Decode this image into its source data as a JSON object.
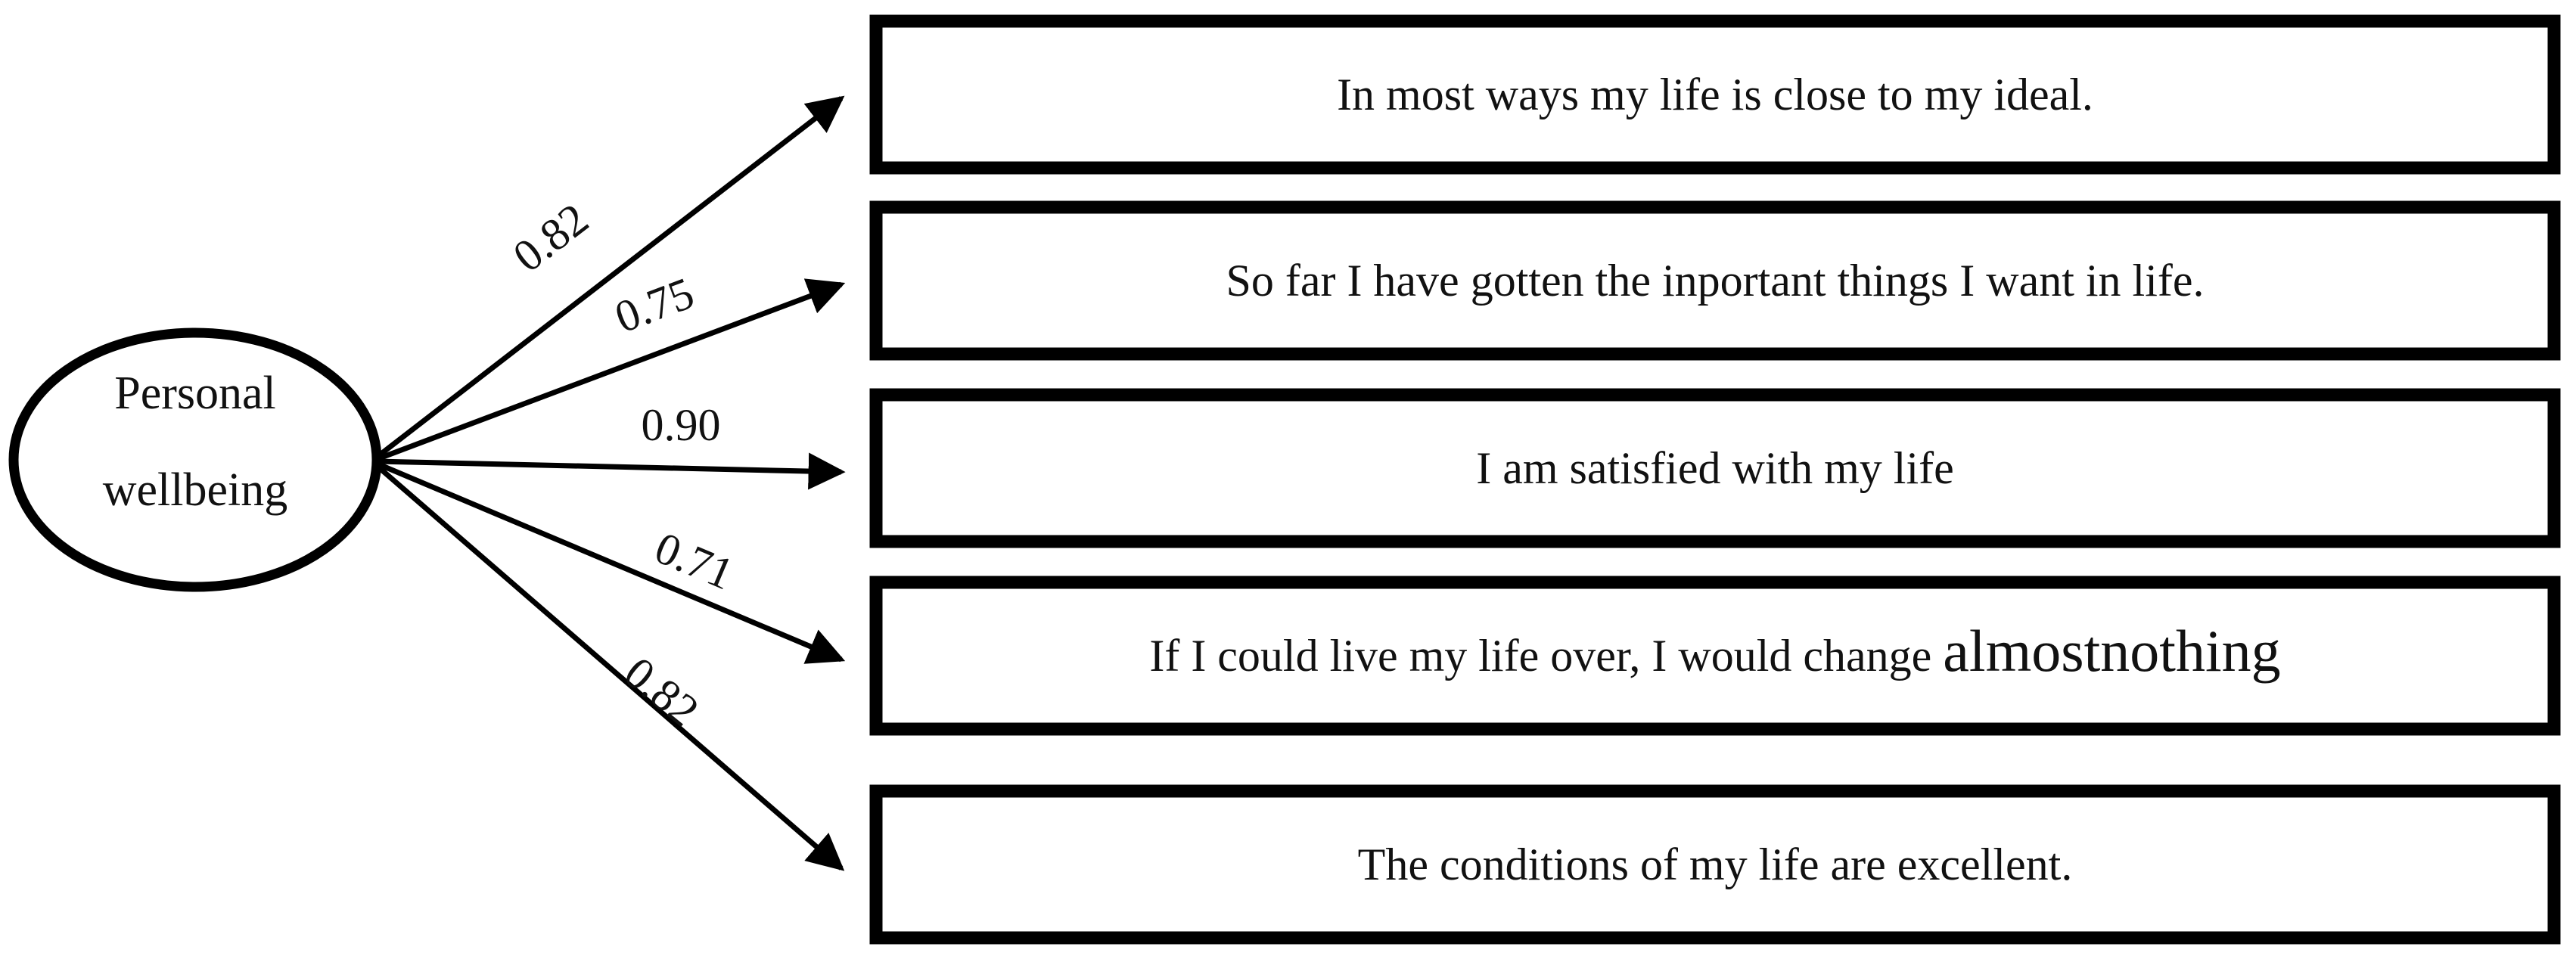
{
  "diagram": {
    "type": "measurement-model-path-diagram",
    "latent_construct": {
      "name": "Personal wellbeing",
      "line1": "Personal",
      "line2": "wellbeing",
      "shape": "ellipse"
    },
    "indicators": [
      {
        "id": "swls-1",
        "text": "In most ways my life is close to my ideal.",
        "loading": "0.82",
        "loading_value": 0.82
      },
      {
        "id": "swls-2",
        "text": "So far I have gotten the inportant things I want in life.",
        "loading": "0.75",
        "loading_value": 0.75
      },
      {
        "id": "swls-3",
        "text": "I am satisfied with my life",
        "loading": "0.90",
        "loading_value": 0.9
      },
      {
        "id": "swls-4",
        "text_part_1": "If I could live my life over, I would change ",
        "text_emphasis": "almostnothing",
        "text": "If I could live my life over, I would change almostnothing",
        "loading": "0.71",
        "loading_value": 0.71
      },
      {
        "id": "swls-5",
        "text": "The conditions of my life are excellent.",
        "loading": "0.82",
        "loading_value": 0.82
      }
    ],
    "colors": {
      "stroke": "#000000",
      "text": "#111111",
      "background": "#ffffff"
    }
  }
}
